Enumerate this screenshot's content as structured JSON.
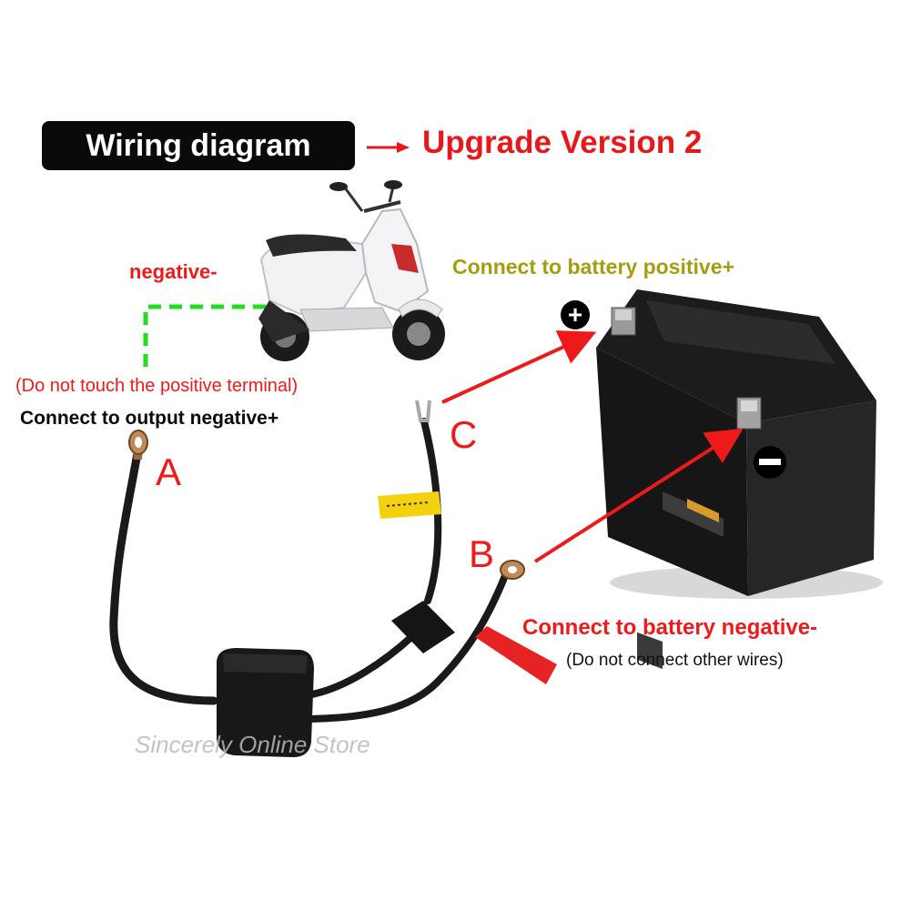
{
  "header": {
    "title": "Wiring diagram",
    "subtitle": "Upgrade Version 2"
  },
  "labels": {
    "motorcycle_negative": "negative-",
    "warning_positive": "(Do not touch the positive terminal)",
    "output_negative": "Connect to output negative+",
    "battery_positive": "Connect to battery positive+",
    "battery_negative": "Connect to battery negative-",
    "battery_negative_note": "(Do not connect other wires)"
  },
  "terminals": {
    "a": "A",
    "b": "B",
    "c": "C"
  },
  "battery_signs": {
    "positive": "+",
    "negative": "−"
  },
  "watermark": "Sincerely Online Store",
  "colors": {
    "accent_red": "#ee1a1a",
    "olive_text": "#a79b10",
    "dashed_green": "#22dd22",
    "badge_bg": "#0a0a0a"
  },
  "icons": [
    "arrow-right-icon",
    "scooter-illustration",
    "battery-illustration",
    "cable-harness-illustration"
  ]
}
